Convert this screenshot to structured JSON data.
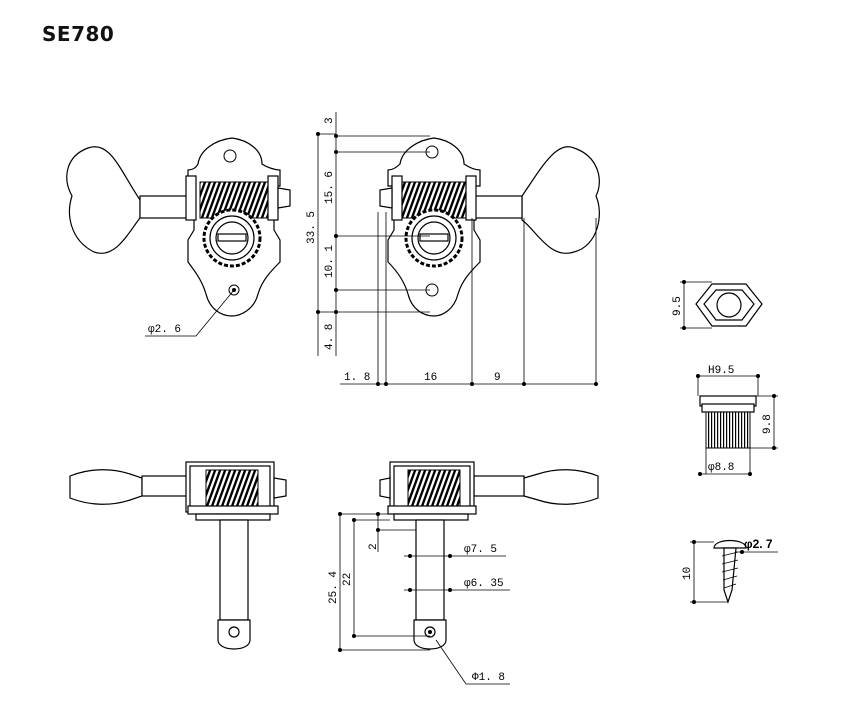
{
  "title": "SE780",
  "dims": {
    "d_hole_post": "φ2. 6",
    "v_3": "3",
    "v_15_6": "15. 6",
    "v_33_5": "33. 5",
    "v_10_1": "10. 1",
    "v_4_8": "4. 8",
    "h_1_8": "1. 8",
    "h_16": "16",
    "h_9": "9",
    "nut_9_5": "9.5",
    "bush_h9_5": "H9.5",
    "bush_9_8": "9.8",
    "bush_d8_8": "φ8.8",
    "screw_d2_7": "φ2. 7",
    "screw_10": "10",
    "side_2": "2",
    "side_22": "22",
    "side_25_4": "25. 4",
    "side_d7_5": "φ7. 5",
    "side_d6_35": "φ6. 35",
    "side_d1_8": "Φ1. 8"
  },
  "colors": {
    "ink": "#000000",
    "paper": "#ffffff"
  }
}
